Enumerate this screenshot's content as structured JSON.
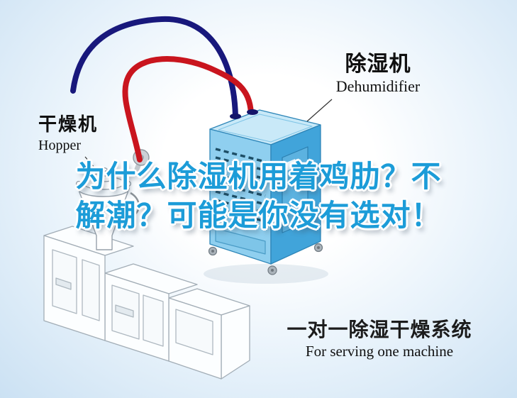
{
  "headline": {
    "line1": "为什么除湿机用着鸡肋？不",
    "line2": "解潮？可能是你没有选对！",
    "color": "#1C9CD8"
  },
  "labels": {
    "dehumidifier": {
      "zh": "除湿机",
      "en": "Dehumidifier"
    },
    "dryer": {
      "zh": "干燥机",
      "en": "Hopper"
    },
    "system": {
      "zh": "一对一除湿干燥系统",
      "en": "For serving one machine"
    }
  },
  "colors": {
    "pipe_red": "#C9151E",
    "pipe_navy": "#18187C",
    "unit_top": "#C9E9F8",
    "unit_front": "#8FCFEF",
    "unit_side": "#41A4DA",
    "unit_edge": "#2E86B8",
    "vent_slot": "#1D4E66",
    "machine_fill": "#FCFEFF",
    "machine_stroke": "#A2ADB6"
  }
}
